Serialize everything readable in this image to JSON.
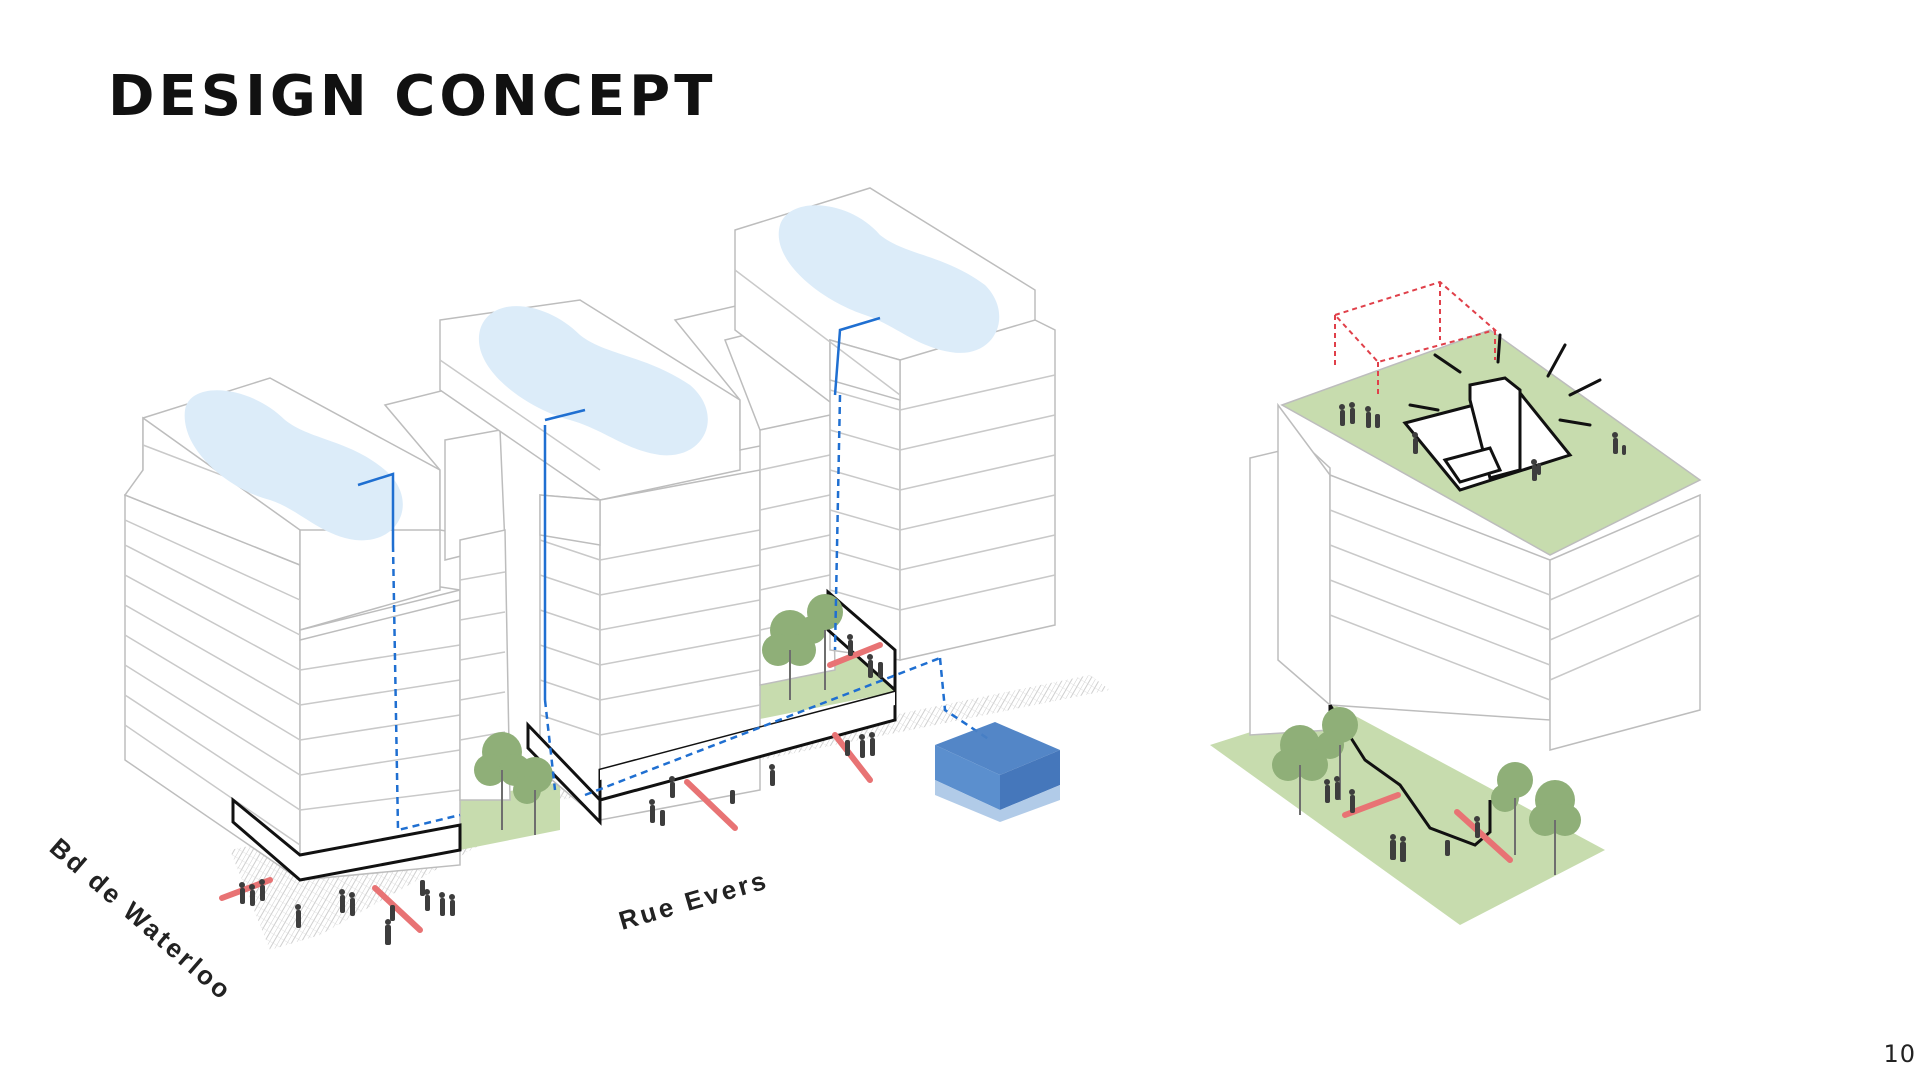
{
  "slide": {
    "title": "DESIGN CONCEPT",
    "page_number": "10"
  },
  "diagram": {
    "street_labels": {
      "boulevard": "Bd de Waterloo",
      "street": "Rue Evers"
    },
    "colors": {
      "building_outline": "#bdbdbd",
      "roof_water": "#dcecf9",
      "green_space": "#c7dcae",
      "tree": "#8faf78",
      "circulation_arrow": "#e87374",
      "vertical_link": "#1f6fd1",
      "storage_block": "#4a80c4",
      "rooftop_pavilion_outline": "#e0404a",
      "emphasis_outline": "#111111",
      "people": "#3d3d3d"
    }
  }
}
